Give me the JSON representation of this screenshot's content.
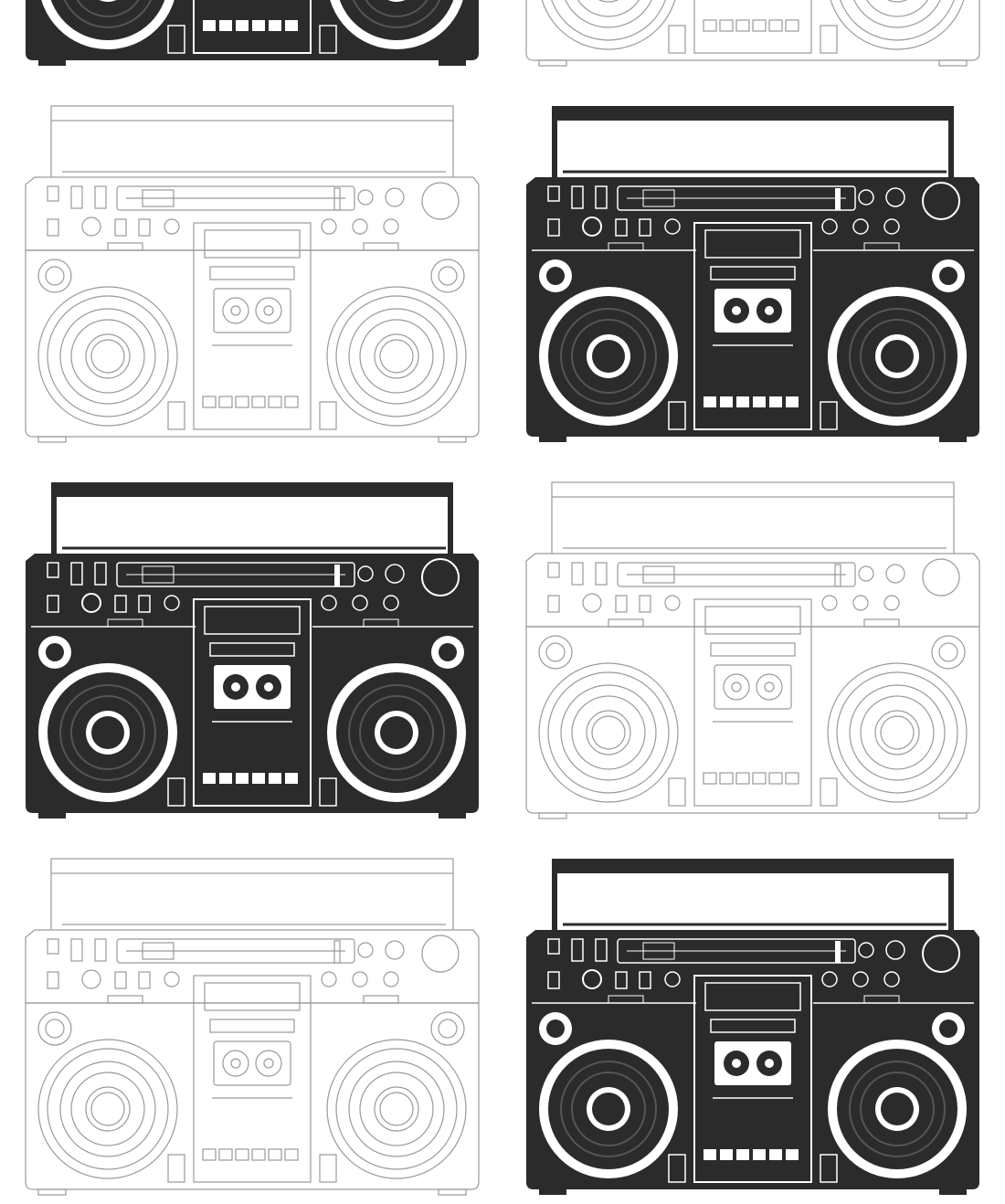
{
  "wallpaper": {
    "motif": "boombox-icon",
    "background_color": "#ffffff",
    "variants": {
      "solid": {
        "body_color": "#2b2b2b",
        "detail_color": "#ffffff",
        "fill_detail_color": "#3a3a3a"
      },
      "outline": {
        "body_color": "#ffffff",
        "detail_color": "#9a9a9a",
        "fill_detail_color": "#ffffff"
      }
    },
    "tiles": [
      {
        "row": 0,
        "col": 0,
        "variant": "solid"
      },
      {
        "row": 0,
        "col": 1,
        "variant": "outline"
      },
      {
        "row": 1,
        "col": 0,
        "variant": "outline"
      },
      {
        "row": 1,
        "col": 1,
        "variant": "solid"
      },
      {
        "row": 2,
        "col": 0,
        "variant": "solid"
      },
      {
        "row": 2,
        "col": 1,
        "variant": "outline"
      },
      {
        "row": 3,
        "col": 0,
        "variant": "outline"
      },
      {
        "row": 3,
        "col": 1,
        "variant": "solid"
      }
    ]
  }
}
